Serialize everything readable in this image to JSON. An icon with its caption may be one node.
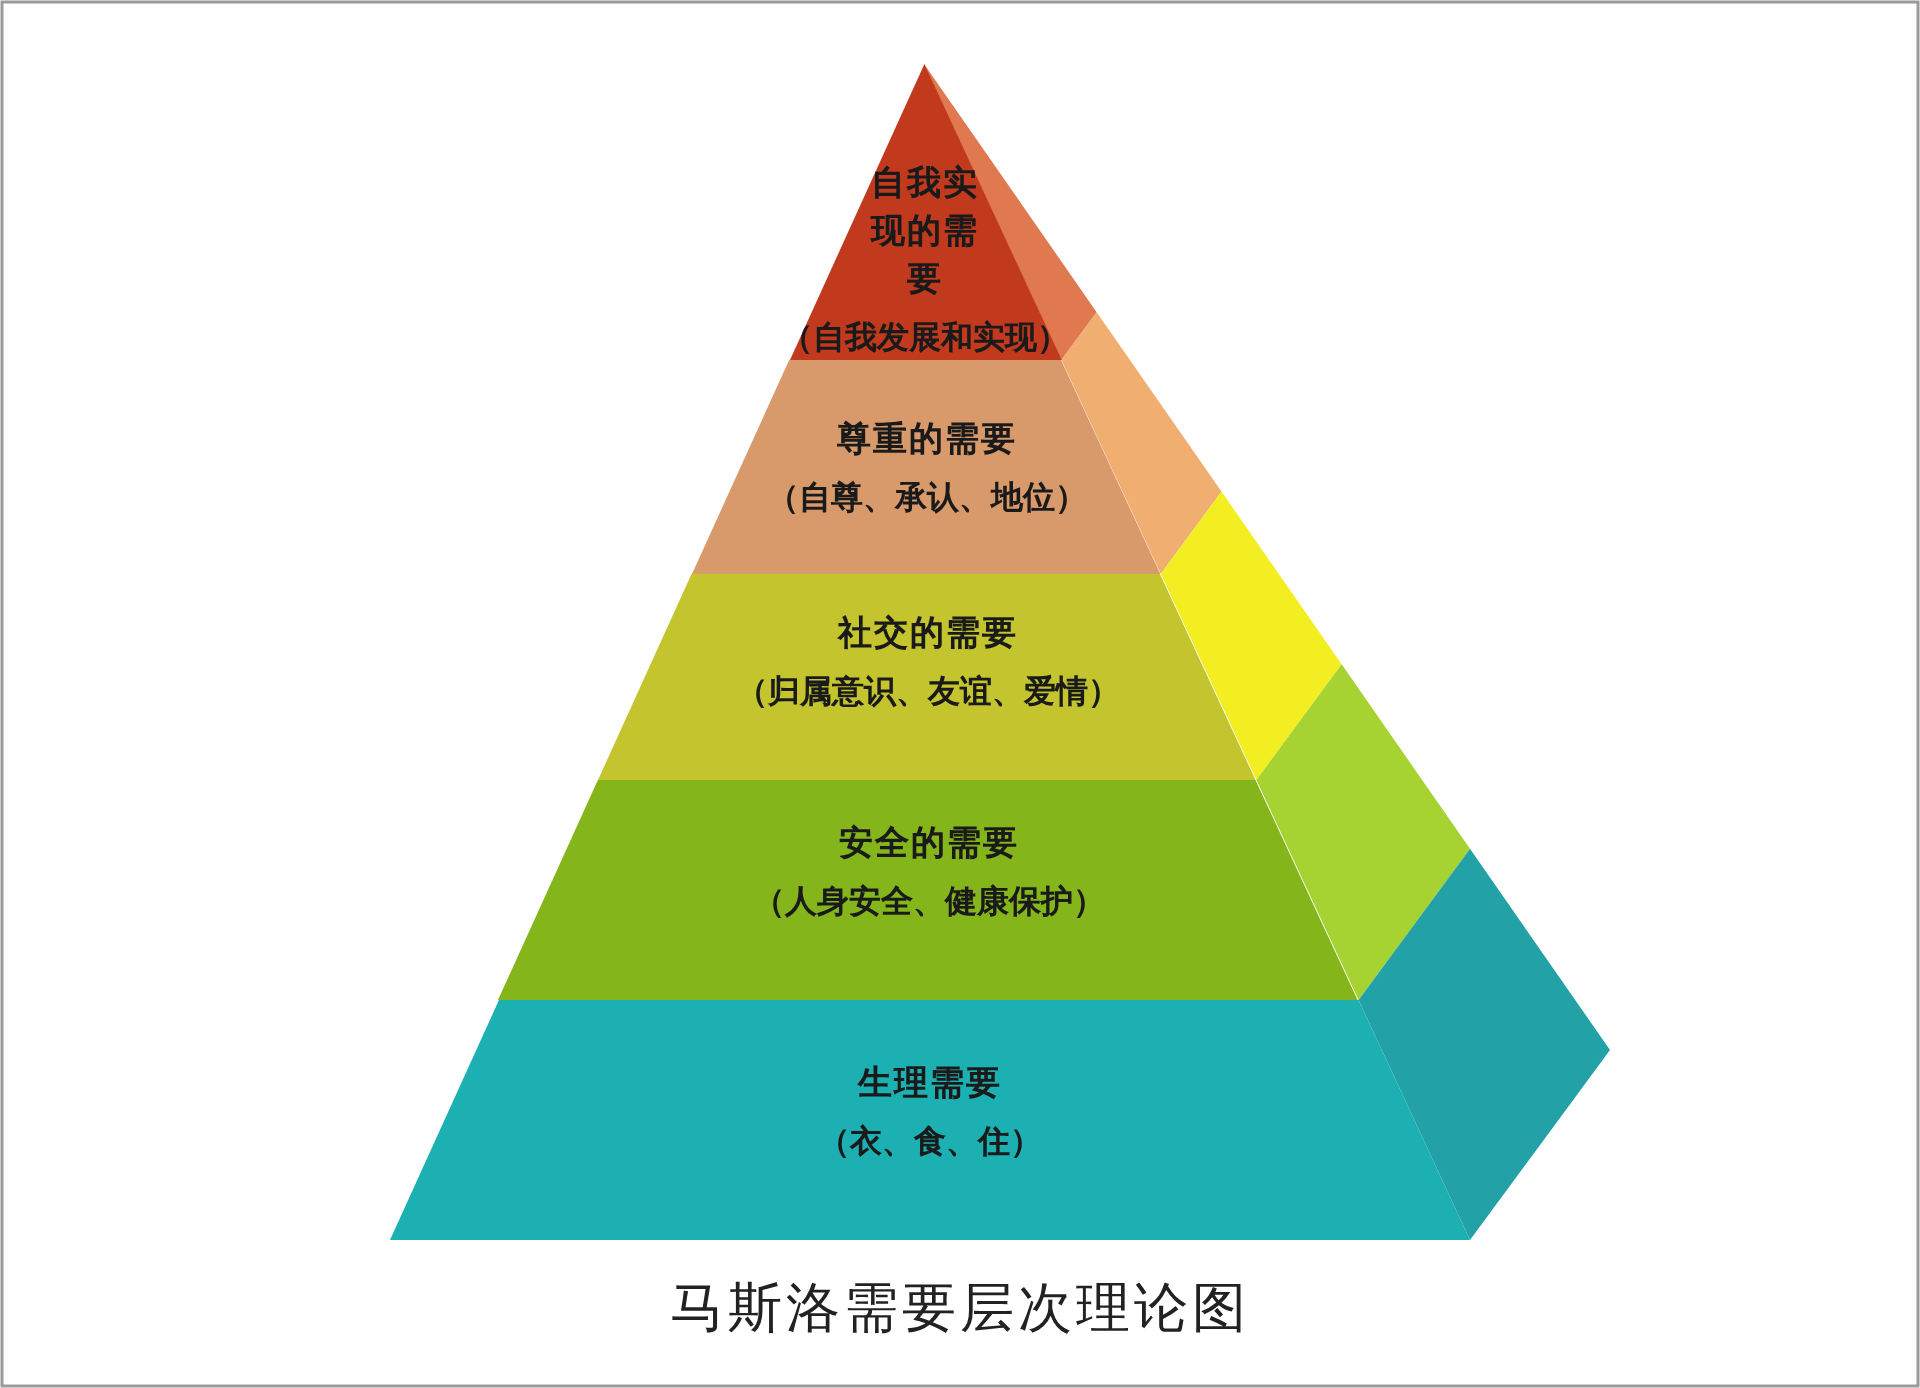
{
  "diagram": {
    "caption": "马斯洛需要层次理论图",
    "nodes": [
      {
        "text": [
          "自我实现的需要",
          "（自我发展和实现）"
        ]
      },
      {
        "text": [
          "尊重的需要",
          "（自尊、承认、地位）"
        ]
      },
      {
        "text": [
          "社交的需要",
          "（归属意识、友谊、爱情）"
        ]
      },
      {
        "text": [
          "安全的需要",
          "（人身安全、健康保护）"
        ]
      },
      {
        "text": [
          "生理需要",
          "（衣、食、住）"
        ]
      }
    ]
  }
}
